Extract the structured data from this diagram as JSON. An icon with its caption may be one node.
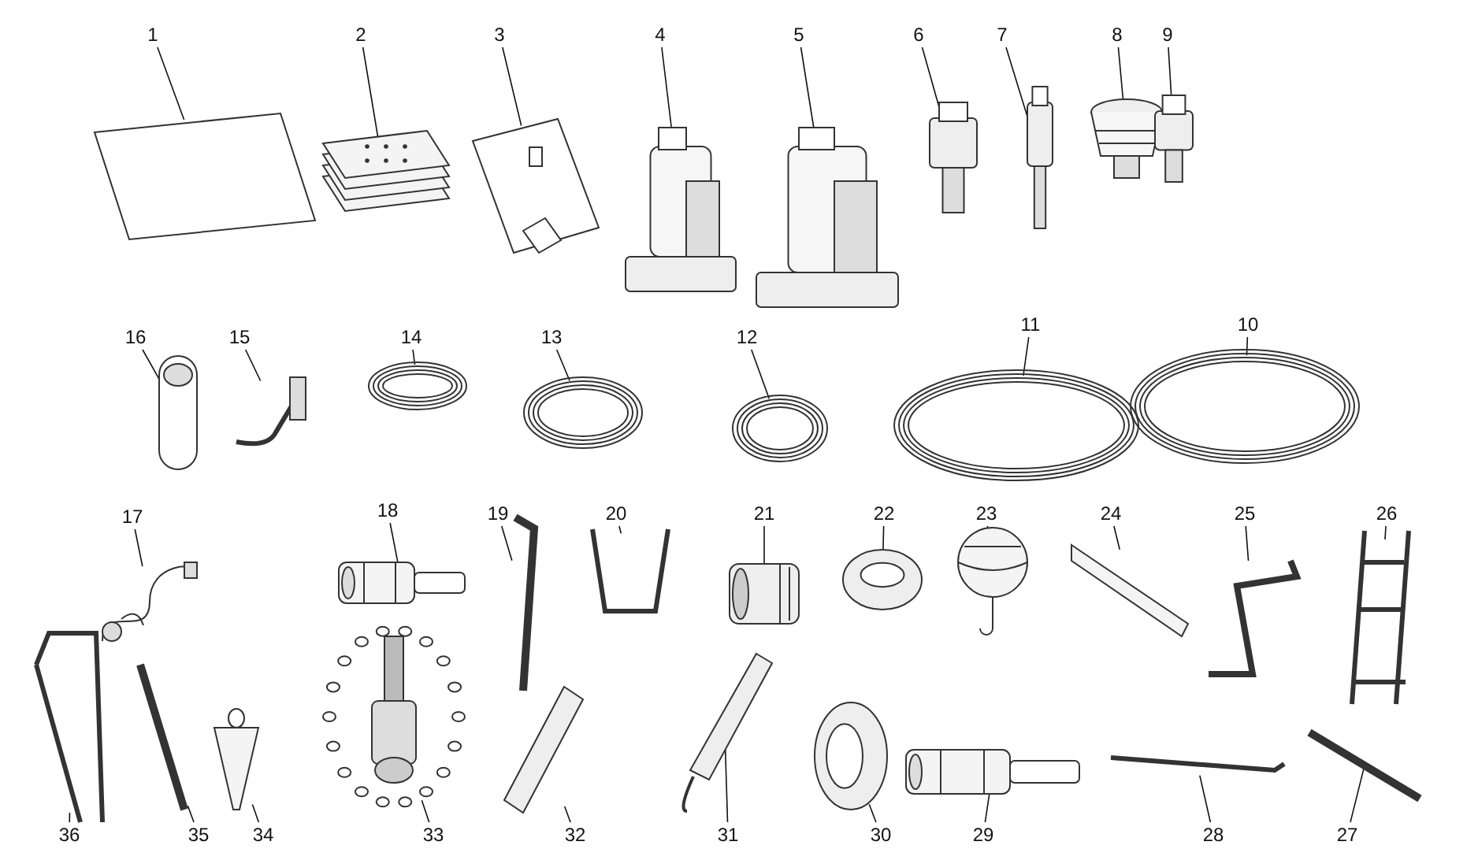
{
  "diagram": {
    "nodes": [
      {
        "text": [
          "1"
        ]
      },
      {
        "text": [
          "2"
        ]
      },
      {
        "text": [
          "3"
        ]
      },
      {
        "text": [
          "4"
        ]
      },
      {
        "text": [
          "5"
        ]
      },
      {
        "text": [
          "6"
        ]
      },
      {
        "text": [
          "7"
        ]
      },
      {
        "text": [
          "8"
        ]
      },
      {
        "text": [
          "9"
        ]
      },
      {
        "text": [
          "16"
        ]
      },
      {
        "text": [
          "15"
        ]
      },
      {
        "text": [
          "14"
        ]
      },
      {
        "text": [
          "13"
        ]
      },
      {
        "text": [
          "12"
        ]
      },
      {
        "text": [
          "11"
        ]
      },
      {
        "text": [
          "10"
        ]
      },
      {
        "text": [
          "17"
        ]
      },
      {
        "text": [
          "18"
        ]
      },
      {
        "text": [
          "19"
        ]
      },
      {
        "text": [
          "20"
        ]
      },
      {
        "text": [
          "21"
        ]
      },
      {
        "text": [
          "22"
        ]
      },
      {
        "text": [
          "23"
        ]
      },
      {
        "text": [
          "24"
        ]
      },
      {
        "text": [
          "25"
        ]
      },
      {
        "text": [
          "26"
        ]
      },
      {
        "text": [
          "36"
        ]
      },
      {
        "text": [
          "35"
        ]
      },
      {
        "text": [
          "34"
        ]
      },
      {
        "text": [
          "33"
        ]
      },
      {
        "text": [
          "32"
        ]
      },
      {
        "text": [
          "31"
        ]
      },
      {
        "text": [
          "30"
        ]
      },
      {
        "text": [
          "29"
        ]
      },
      {
        "text": [
          "28"
        ]
      },
      {
        "text": [
          "27"
        ]
      },
      {
        "text": [],
        "shape": "picture"
      },
      {
        "text": [],
        "shape": "picture"
      },
      {
        "text": [],
        "shape": "picture"
      },
      {
        "text": [],
        "shape": "picture"
      },
      {
        "text": [],
        "shape": "picture"
      },
      {
        "text": [],
        "shape": "picture"
      },
      {
        "text": [],
        "shape": "picture"
      },
      {
        "text": [],
        "shape": "picture"
      },
      {
        "text": [],
        "shape": "picture"
      },
      {
        "text": [],
        "shape": "picture"
      },
      {
        "text": [],
        "shape": "picture"
      },
      {
        "text": [],
        "shape": "picture"
      },
      {
        "text": [],
        "shape": "picture"
      },
      {
        "text": [],
        "shape": "picture"
      },
      {
        "text": [],
        "shape": "picture"
      },
      {
        "text": [],
        "shape": "picture"
      },
      {
        "text": [],
        "shape": "picture"
      },
      {
        "text": [],
        "shape": "picture"
      },
      {
        "text": [],
        "shape": "picture"
      },
      {
        "text": [],
        "shape": "picture"
      },
      {
        "text": [],
        "shape": "picture"
      },
      {
        "text": [],
        "shape": "picture"
      },
      {
        "text": [],
        "shape": "picture"
      },
      {
        "text": [],
        "shape": "picture"
      },
      {
        "text": [],
        "shape": "picture"
      },
      {
        "text": [],
        "shape": "picture"
      },
      {
        "text": [],
        "shape": "picture"
      },
      {
        "text": [],
        "shape": "picture"
      },
      {
        "text": [],
        "shape": "picture"
      },
      {
        "text": [],
        "shape": "picture"
      },
      {
        "text": [],
        "shape": "picture"
      },
      {
        "text": [],
        "shape": "picture"
      },
      {
        "text": [],
        "shape": "picture"
      },
      {
        "text": [],
        "shape": "picture"
      },
      {
        "text": [],
        "shape": "picture"
      },
      {
        "text": [],
        "shape": "picture"
      }
    ],
    "edges": [
      {
        "from": 0,
        "to": 36,
        "arrow": "none"
      },
      {
        "from": 1,
        "to": 37,
        "arrow": "none"
      },
      {
        "from": 2,
        "to": 38,
        "arrow": "none"
      },
      {
        "from": 3,
        "to": 39,
        "arrow": "none"
      },
      {
        "from": 4,
        "to": 40,
        "arrow": "none"
      },
      {
        "from": 5,
        "to": 41,
        "arrow": "none"
      },
      {
        "from": 6,
        "to": 42,
        "arrow": "none"
      },
      {
        "from": 7,
        "to": 43,
        "arrow": "none"
      },
      {
        "from": 8,
        "to": 44,
        "arrow": "none"
      },
      {
        "from": 9,
        "to": 45,
        "arrow": "none"
      },
      {
        "from": 10,
        "to": 46,
        "arrow": "none"
      },
      {
        "from": 11,
        "to": 47,
        "arrow": "none"
      },
      {
        "from": 12,
        "to": 48,
        "arrow": "none"
      },
      {
        "from": 13,
        "to": 49,
        "arrow": "none"
      },
      {
        "from": 14,
        "to": 50,
        "arrow": "none"
      },
      {
        "from": 15,
        "to": 51,
        "arrow": "none"
      },
      {
        "from": 16,
        "to": 52,
        "arrow": "none"
      },
      {
        "from": 17,
        "to": 53,
        "arrow": "none"
      },
      {
        "from": 18,
        "to": 54,
        "arrow": "none"
      },
      {
        "from": 19,
        "to": 55,
        "arrow": "none"
      },
      {
        "from": 20,
        "to": 56,
        "arrow": "none"
      },
      {
        "from": 21,
        "to": 57,
        "arrow": "none"
      },
      {
        "from": 22,
        "to": 58,
        "arrow": "none"
      },
      {
        "from": 23,
        "to": 59,
        "arrow": "none"
      },
      {
        "from": 24,
        "to": 60,
        "arrow": "none"
      },
      {
        "from": 25,
        "to": 61,
        "arrow": "none"
      },
      {
        "from": 26,
        "to": 62,
        "arrow": "none"
      },
      {
        "from": 27,
        "to": 63,
        "arrow": "none"
      },
      {
        "from": 28,
        "to": 64,
        "arrow": "none"
      },
      {
        "from": 29,
        "to": 65,
        "arrow": "none"
      },
      {
        "from": 30,
        "to": 66,
        "arrow": "none"
      },
      {
        "from": 31,
        "to": 67,
        "arrow": "none"
      },
      {
        "from": 32,
        "to": 68,
        "arrow": "none"
      },
      {
        "from": 33,
        "to": 69,
        "arrow": "none"
      },
      {
        "from": 34,
        "to": 70,
        "arrow": "none"
      },
      {
        "from": 35,
        "to": 71,
        "arrow": "none"
      }
    ]
  }
}
